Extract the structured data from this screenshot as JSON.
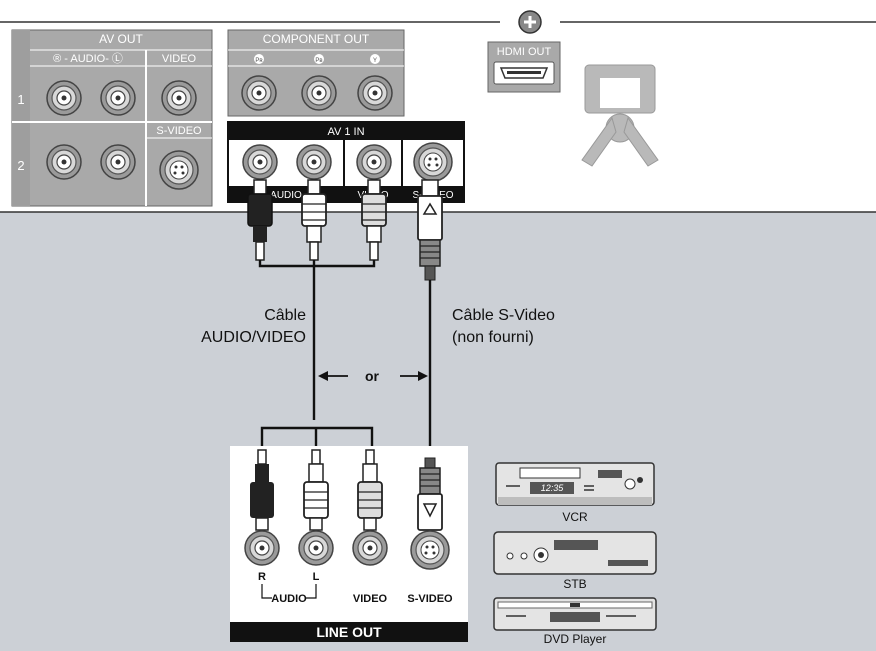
{
  "panel": {
    "av_out": {
      "title": "AV OUT",
      "audio_label": "® - AUDIO- Ⓛ",
      "video_label": "VIDEO",
      "svideo_label": "S-VIDEO",
      "row_labels": [
        "1",
        "2"
      ]
    },
    "component_out": {
      "title": "COMPONENT OUT",
      "jack_labels": [
        "Pʀ",
        "Pʙ",
        "Y"
      ]
    },
    "hdmi_label": "HDMI OUT",
    "av1_in": {
      "title": "AV 1 IN",
      "bottom_labels": [
        "AUDIO",
        "VIDEO",
        "S-VIDEO"
      ]
    }
  },
  "cables": {
    "av_cable_label": [
      "Câble",
      "AUDIO/VIDEO"
    ],
    "svideo_cable_label": [
      "Câble S-Video",
      "(non fourni)"
    ],
    "or_label": "or"
  },
  "line_out": {
    "title": "LINE OUT",
    "r_label": "R",
    "l_label": "L",
    "audio_label": "AUDIO",
    "video_label": "VIDEO",
    "svideo_label": "S-VIDEO"
  },
  "devices": [
    {
      "name": "VCR",
      "display": "12:35"
    },
    {
      "name": "STB"
    },
    {
      "name": "DVD Player"
    }
  ],
  "colors": {
    "background": "#ccd0d6",
    "panel": "#ffffff",
    "device_face": "#e4e4e4"
  }
}
